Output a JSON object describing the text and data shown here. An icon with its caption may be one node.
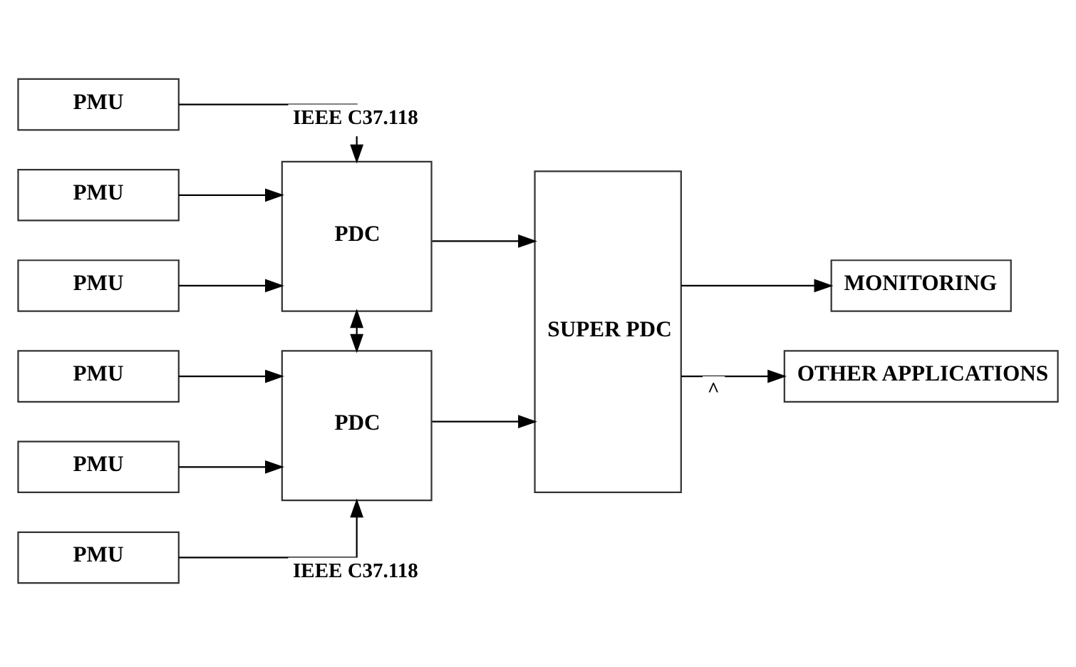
{
  "diagram": {
    "nodes": [
      {
        "text": [
          "PMU"
        ]
      },
      {
        "text": [
          "PMU"
        ]
      },
      {
        "text": [
          "PMU"
        ]
      },
      {
        "text": [
          "PDC"
        ]
      },
      {
        "text": [
          "PMU"
        ]
      },
      {
        "text": [
          "PMU"
        ]
      },
      {
        "text": [
          "PMU"
        ]
      },
      {
        "text": [
          "PDC"
        ]
      },
      {
        "text": [
          "SUPER PDC"
        ]
      },
      {
        "text": [
          "MONITORING"
        ]
      },
      {
        "text": [
          "OTHER APPLICATIONS"
        ]
      }
    ],
    "edges": [
      {
        "from": 0,
        "to": 3,
        "arrow": "to",
        "label": "IEEE C37.118"
      },
      {
        "from": 1,
        "to": 3,
        "arrow": "to"
      },
      {
        "from": 2,
        "to": 3,
        "arrow": "to"
      },
      {
        "from": 3,
        "to": 7,
        "arrow": "both"
      },
      {
        "from": 4,
        "to": 7,
        "arrow": "to"
      },
      {
        "from": 5,
        "to": 7,
        "arrow": "to"
      },
      {
        "from": 6,
        "to": 7,
        "arrow": "to",
        "label": "IEEE C37.118"
      },
      {
        "from": 3,
        "to": 8,
        "arrow": "to"
      },
      {
        "from": 7,
        "to": 8,
        "arrow": "to"
      },
      {
        "from": 8,
        "to": 9,
        "arrow": "to"
      },
      {
        "from": 8,
        "to": 10,
        "arrow": "to",
        "label": "^"
      }
    ]
  }
}
